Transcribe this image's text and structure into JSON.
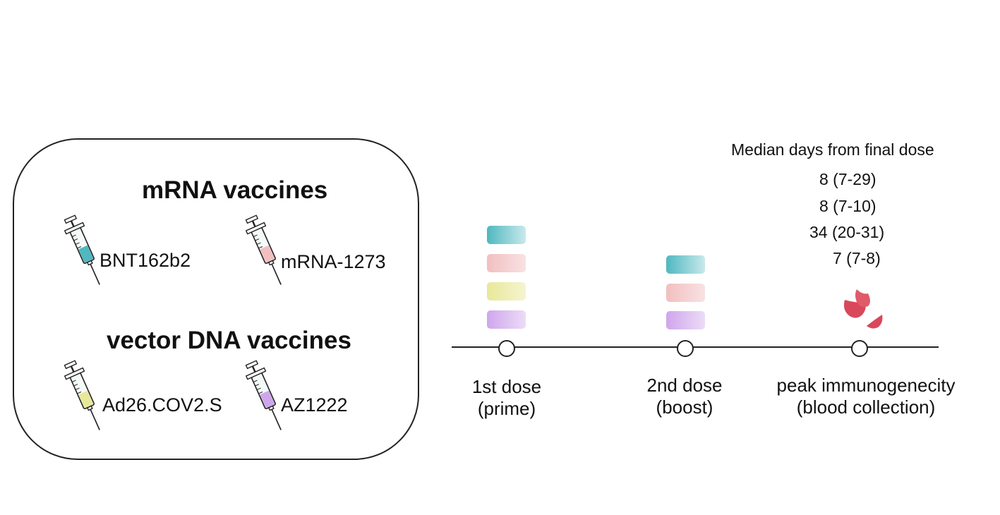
{
  "vaccines": {
    "mrna_heading": "mRNA vaccines",
    "vector_heading": "vector DNA vaccines",
    "items": [
      {
        "name": "BNT162b2",
        "color": "#4fb8c0"
      },
      {
        "name": "mRNA-1273",
        "color": "#f2bfc0"
      },
      {
        "name": "Ad26.COV2.S",
        "color": "#e8e89a"
      },
      {
        "name": "AZ1222",
        "color": "#cfa6ec"
      }
    ]
  },
  "timeline": {
    "doses": [
      {
        "line1": "1st dose",
        "line2": "(prime)"
      },
      {
        "line1": "2nd dose",
        "line2": "(boost)"
      },
      {
        "line1": "peak immunogenecity",
        "line2": "(blood collection)"
      }
    ],
    "median": {
      "title": "Median days from final dose",
      "values": [
        "8 (7-29)",
        "8 (7-10)",
        "34 (20-31)",
        "7 (7-8)"
      ]
    }
  },
  "colors": {
    "teal": "#4fb8c0",
    "pink": "#f2bfc0",
    "yellow": "#e8e89a",
    "purple": "#cfa6ec",
    "blood": "#d9475a"
  },
  "icons": [
    "syringe-icon",
    "blood-drops-icon"
  ]
}
